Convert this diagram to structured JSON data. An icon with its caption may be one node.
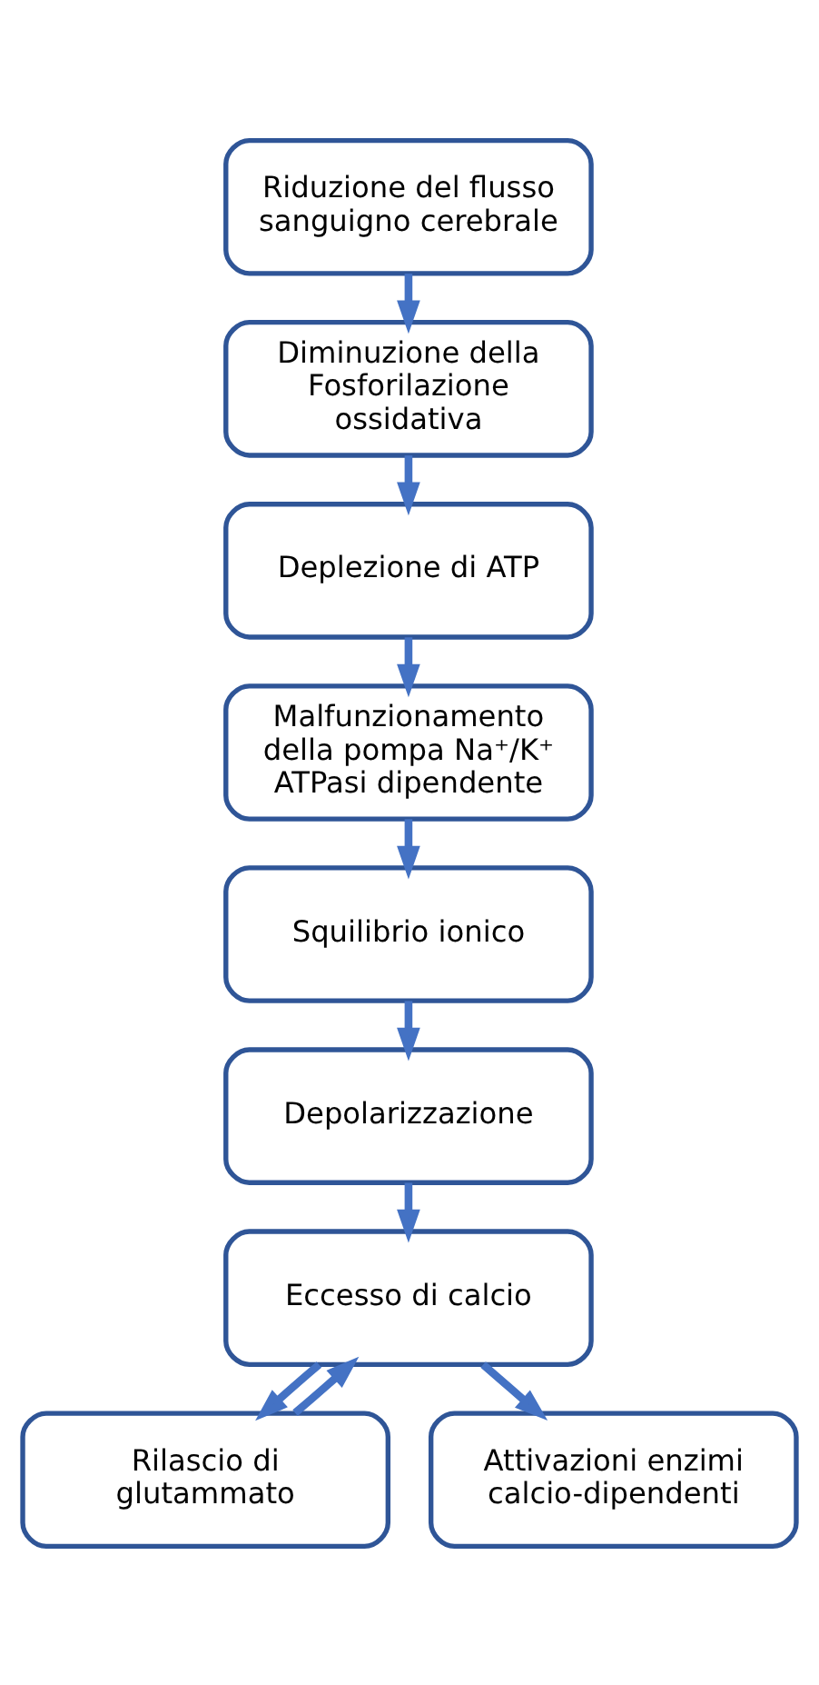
{
  "diagram": {
    "nodes": [
      {
        "text": [
          "Riduzione del flusso sanguigno cerebrale"
        ]
      },
      {
        "text": [
          "Diminuzione della Fosforilazione ossidativa"
        ]
      },
      {
        "text": [
          "Deplezione di ATP"
        ]
      },
      {
        "text": [
          "Malfunzionamento della pompa Na⁺/K⁺ ATPasi dipendente"
        ]
      },
      {
        "text": [
          "Squilibrio ionico"
        ]
      },
      {
        "text": [
          "Depolarizzazione"
        ]
      },
      {
        "text": [
          "Eccesso di calcio"
        ]
      },
      {
        "text": [
          "Rilascio di glutammato"
        ]
      },
      {
        "text": [
          "Attivazioni enzimi calcio-dipendenti"
        ]
      }
    ],
    "edges": [
      {
        "from": 0,
        "to": 1,
        "arrow": "to"
      },
      {
        "from": 1,
        "to": 2,
        "arrow": "to"
      },
      {
        "from": 2,
        "to": 3,
        "arrow": "to"
      },
      {
        "from": 3,
        "to": 4,
        "arrow": "to"
      },
      {
        "from": 4,
        "to": 5,
        "arrow": "to"
      },
      {
        "from": 5,
        "to": 6,
        "arrow": "to"
      },
      {
        "from": 6,
        "to": 7,
        "arrow": "to"
      },
      {
        "from": 6,
        "to": 8,
        "arrow": "to"
      },
      {
        "from": 7,
        "to": 6,
        "arrow": "to"
      }
    ]
  }
}
